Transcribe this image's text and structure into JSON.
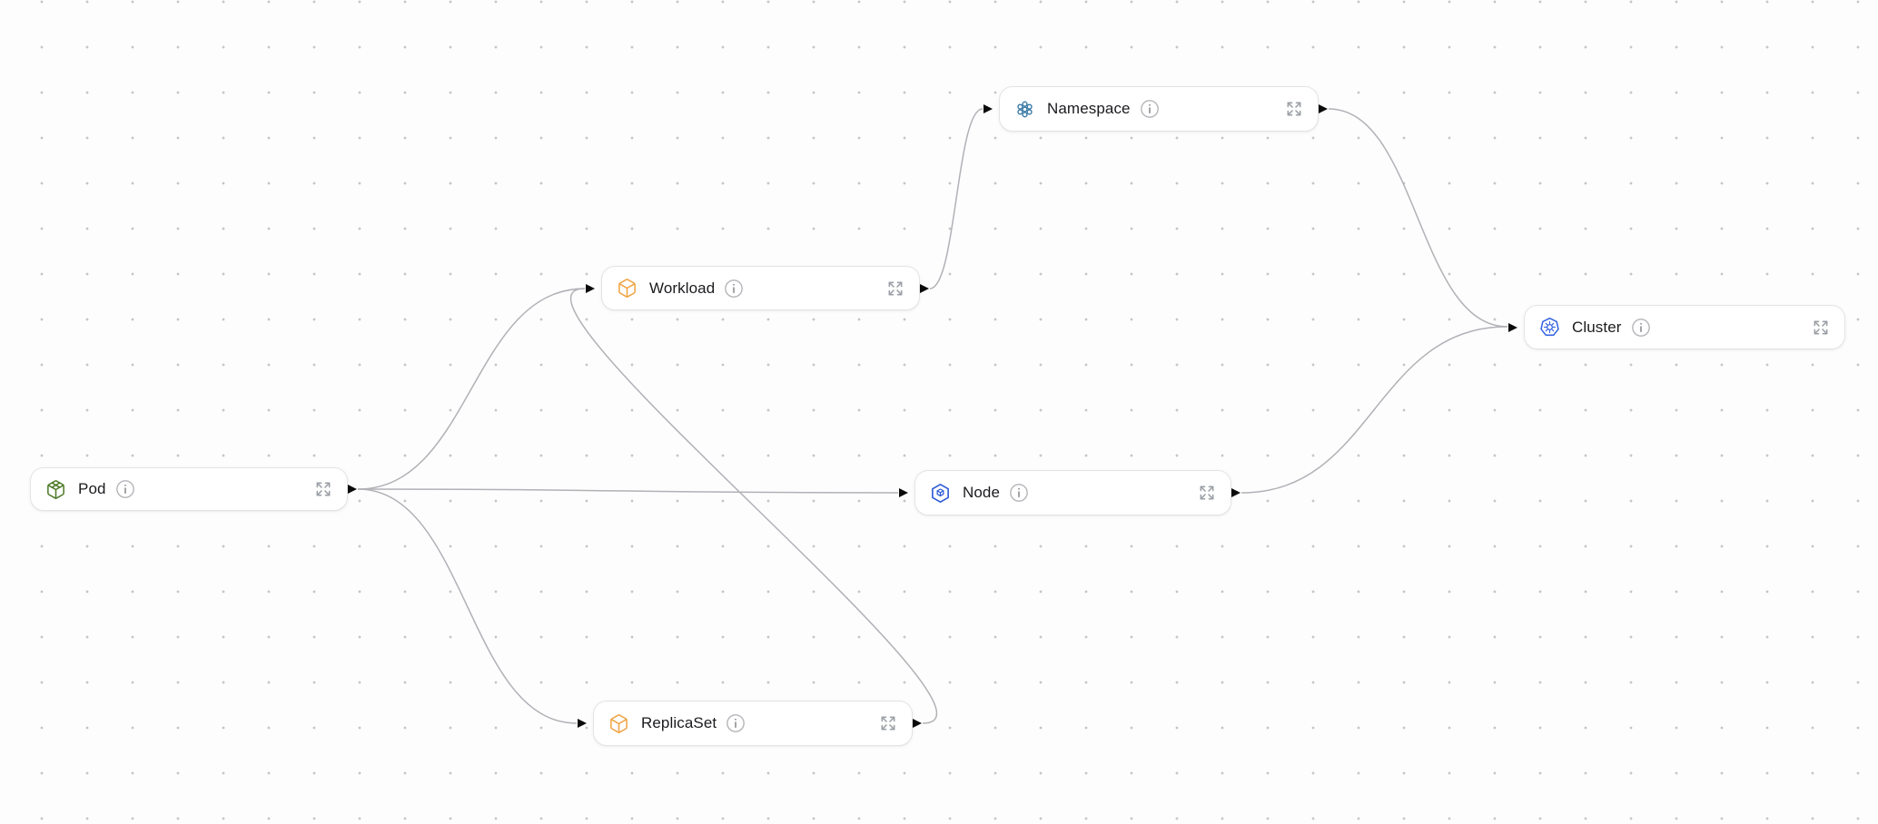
{
  "canvas": {
    "background_color": "#fdfdfd",
    "dot_color": "#c6c6c6",
    "edge_color": "#b1b1b7",
    "handle_color": "#0b0b0b",
    "node_border_color": "#e4e4e7"
  },
  "nodes": [
    {
      "label": "Pod",
      "icon": "pod-icon",
      "icon_color": "#4e7a28"
    },
    {
      "label": "Workload",
      "icon": "cube-icon",
      "icon_color": "#f0a343"
    },
    {
      "label": "ReplicaSet",
      "icon": "cube-icon",
      "icon_color": "#f0a343"
    },
    {
      "label": "Namespace",
      "icon": "namespace-dots-icon",
      "icon_color": "#3f7ea8"
    },
    {
      "label": "Node",
      "icon": "node-hexagon-icon",
      "icon_color": "#2e5bd7"
    },
    {
      "label": "Cluster",
      "icon": "kubernetes-wheel-icon",
      "icon_color": "#3363e0"
    }
  ],
  "edges": [
    {
      "from": "Pod",
      "to": "Workload"
    },
    {
      "from": "Pod",
      "to": "Node"
    },
    {
      "from": "Pod",
      "to": "ReplicaSet"
    },
    {
      "from": "ReplicaSet",
      "to": "Workload"
    },
    {
      "from": "Workload",
      "to": "Namespace"
    },
    {
      "from": "Namespace",
      "to": "Cluster"
    },
    {
      "from": "Node",
      "to": "Cluster"
    }
  ]
}
